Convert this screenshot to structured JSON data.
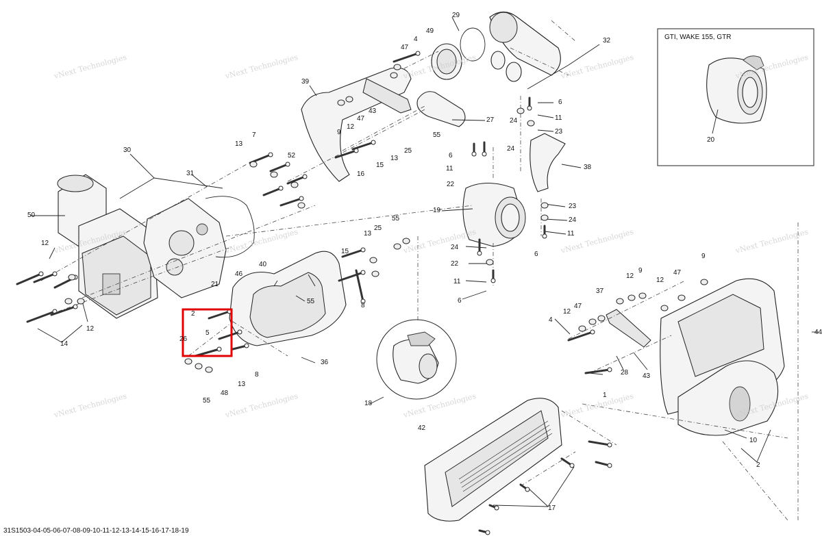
{
  "diagram": {
    "drawing_id": "31S1503-04-05-06-07-08-09-10-11-12-13-14-15-16-17-18-19",
    "inset_title": "GTI, WAKE 155, GTR",
    "watermark": "vNext Technologies",
    "highlight_color": "#e00000",
    "callouts": [
      "1",
      "2",
      "4",
      "5",
      "6",
      "7",
      "8",
      "9",
      "10",
      "11",
      "12",
      "13",
      "14",
      "15",
      "16",
      "17",
      "18",
      "19",
      "20",
      "21",
      "22",
      "23",
      "24",
      "25",
      "26",
      "27",
      "28",
      "29",
      "30",
      "31",
      "32",
      "36",
      "37",
      "38",
      "39",
      "40",
      "42",
      "43",
      "44",
      "46",
      "47",
      "48",
      "49",
      "50",
      "52",
      "55"
    ]
  }
}
